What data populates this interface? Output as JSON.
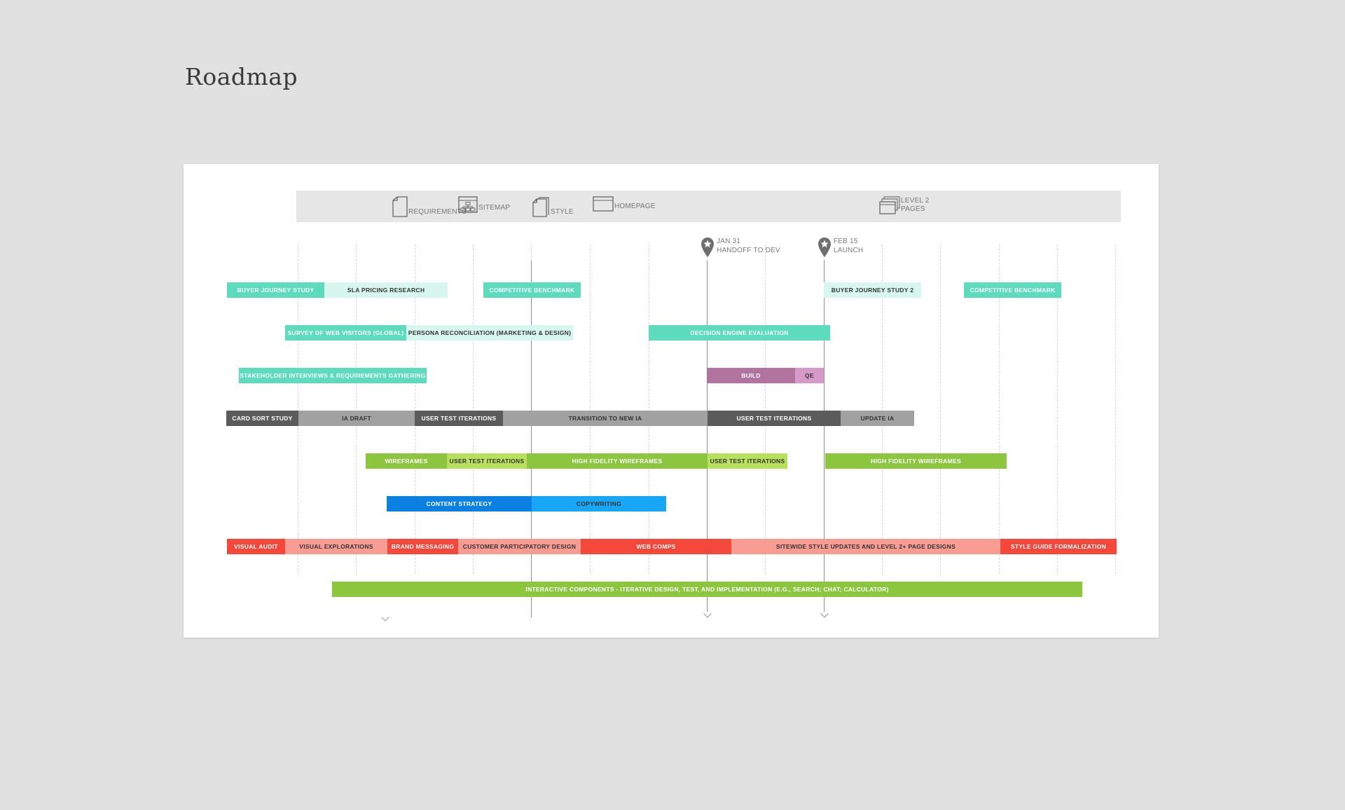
{
  "page": {
    "title": "Roadmap"
  },
  "colors": {
    "teal": "#5cdcbc",
    "teal_light": "#d6f6ee",
    "charcoal": "#5b5b5b",
    "gray": "#a1a1a1",
    "green": "#8cc63f",
    "green_light": "#b7e05c",
    "blue": "#0a80e3",
    "sky": "#17a7f6",
    "red": "#f5473a",
    "salmon": "#f99c93",
    "purple": "#b3739f",
    "pink": "#d799c8",
    "band": "#e6e6e6",
    "marker": "#6e6e6e"
  },
  "deliverables": [
    {
      "icon": "document-icon",
      "label": "Requirements"
    },
    {
      "icon": "sitemap-icon",
      "label": "Sitemap"
    },
    {
      "icon": "style-pages-icon",
      "label": "Style"
    },
    {
      "icon": "homepage-window-icon",
      "label": "Homepage"
    },
    {
      "icon": "level2-pages-icon",
      "label": "Level 2\nPages"
    }
  ],
  "milestones": [
    {
      "icon": "star-pin-icon",
      "label": "Jan 31\nHandoff to Dev"
    },
    {
      "icon": "star-pin-icon",
      "label": "Feb 15\nLaunch"
    }
  ],
  "rows": [
    {
      "tasks": [
        {
          "label": "Buyer Journey Study",
          "color": "teal",
          "text": "#ffffff"
        },
        {
          "label": "SLA Pricing Research",
          "color": "teal_light",
          "text": "#333333"
        },
        {
          "label": "Competitive Benchmark",
          "color": "teal",
          "text": "#ffffff"
        },
        {
          "label": "Buyer Journey Study 2",
          "color": "teal_light",
          "text": "#333333"
        },
        {
          "label": "Competitive Benchmark",
          "color": "teal",
          "text": "#ffffff"
        }
      ]
    },
    {
      "tasks": [
        {
          "label": "Survey of Web Visitors (Global)",
          "color": "teal",
          "text": "#ffffff"
        },
        {
          "label": "Persona Reconciliation (Marketing & Design)",
          "color": "teal_light",
          "text": "#333333"
        },
        {
          "label": "Decision Engine Evaluation",
          "color": "teal",
          "text": "#ffffff"
        }
      ]
    },
    {
      "tasks": [
        {
          "label": "Stakeholder Interviews & Requirements Gathering",
          "color": "teal",
          "text": "#ffffff"
        },
        {
          "label": "Build",
          "color": "purple",
          "text": "#ffffff"
        },
        {
          "label": "QE",
          "color": "pink",
          "text": "#333333"
        }
      ]
    },
    {
      "tasks": [
        {
          "label": "Card Sort Study",
          "color": "charcoal",
          "text": "#ffffff"
        },
        {
          "label": "IA Draft",
          "color": "gray",
          "text": "#333333"
        },
        {
          "label": "User Test Iterations",
          "color": "charcoal",
          "text": "#ffffff"
        },
        {
          "label": "Transition to New IA",
          "color": "gray",
          "text": "#333333"
        },
        {
          "label": "User Test Iterations",
          "color": "charcoal",
          "text": "#ffffff"
        },
        {
          "label": "Update IA",
          "color": "gray",
          "text": "#333333"
        }
      ]
    },
    {
      "tasks": [
        {
          "label": "Wireframes",
          "color": "green",
          "text": "#ffffff"
        },
        {
          "label": "User Test Iterations",
          "color": "green_light",
          "text": "#333333"
        },
        {
          "label": "High Fidelity Wireframes",
          "color": "green",
          "text": "#ffffff"
        },
        {
          "label": "User Test Iterations",
          "color": "green_light",
          "text": "#333333"
        },
        {
          "label": "High Fidelity Wireframes",
          "color": "green",
          "text": "#ffffff"
        }
      ]
    },
    {
      "tasks": [
        {
          "label": "Content Strategy",
          "color": "blue",
          "text": "#ffffff"
        },
        {
          "label": "Copywriting",
          "color": "sky",
          "text": "#333333"
        }
      ]
    },
    {
      "tasks": [
        {
          "label": "Visual Audit",
          "color": "red",
          "text": "#ffffff"
        },
        {
          "label": "Visual Explorations",
          "color": "salmon",
          "text": "#333333"
        },
        {
          "label": "Brand Messaging",
          "color": "red",
          "text": "#ffffff"
        },
        {
          "label": "Customer Participatory Design",
          "color": "salmon",
          "text": "#333333"
        },
        {
          "label": "Web Comps",
          "color": "red",
          "text": "#ffffff"
        },
        {
          "label": "Sitewide Style Updates and Level 2+ Page Designs",
          "color": "salmon",
          "text": "#333333"
        },
        {
          "label": "Style Guide Formalization",
          "color": "red",
          "text": "#ffffff"
        }
      ]
    },
    {
      "tasks": [
        {
          "label": "Interactive Components - Iterative Design, Test, and Implementation (e.g., Search; Chat; Calculator)",
          "color": "green",
          "text": "#ffffff"
        }
      ]
    }
  ]
}
